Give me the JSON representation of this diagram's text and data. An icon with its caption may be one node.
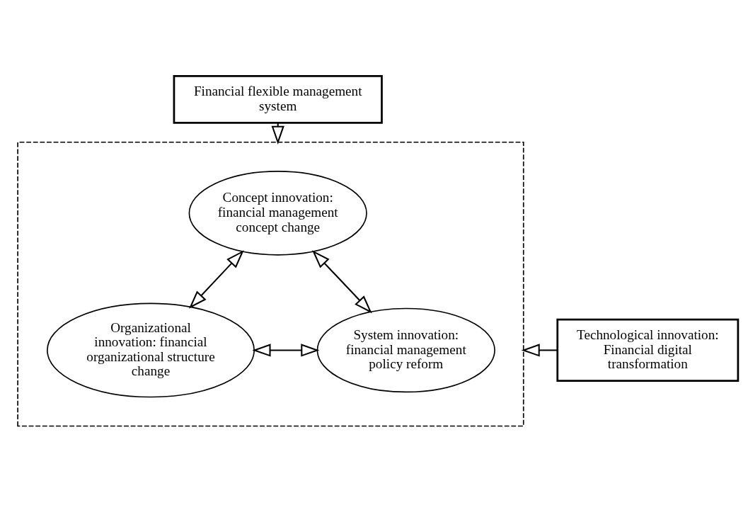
{
  "diagram": {
    "nodes": [
      {
        "text": [
          "Financial flexible management system"
        ]
      },
      {
        "text": [],
        "shape": "box"
      },
      {
        "text": [
          "Concept innovation: financial management concept change"
        ],
        "in": 1
      },
      {
        "text": [
          "Organizational innovation: financial organizational structure change"
        ],
        "in": 1
      },
      {
        "text": [
          "System innovation: financial management policy reform"
        ],
        "in": 1
      },
      {
        "text": [
          "Technological innovation: Financial digital transformation"
        ]
      }
    ],
    "edges": [
      {
        "from": 0,
        "to": 1,
        "arrow": "to"
      },
      {
        "from": 2,
        "to": 3,
        "arrow": "both"
      },
      {
        "from": 2,
        "to": 4,
        "arrow": "both"
      },
      {
        "from": 3,
        "to": 4,
        "arrow": "both"
      },
      {
        "from": 5,
        "to": 1,
        "arrow": "to"
      }
    ]
  }
}
